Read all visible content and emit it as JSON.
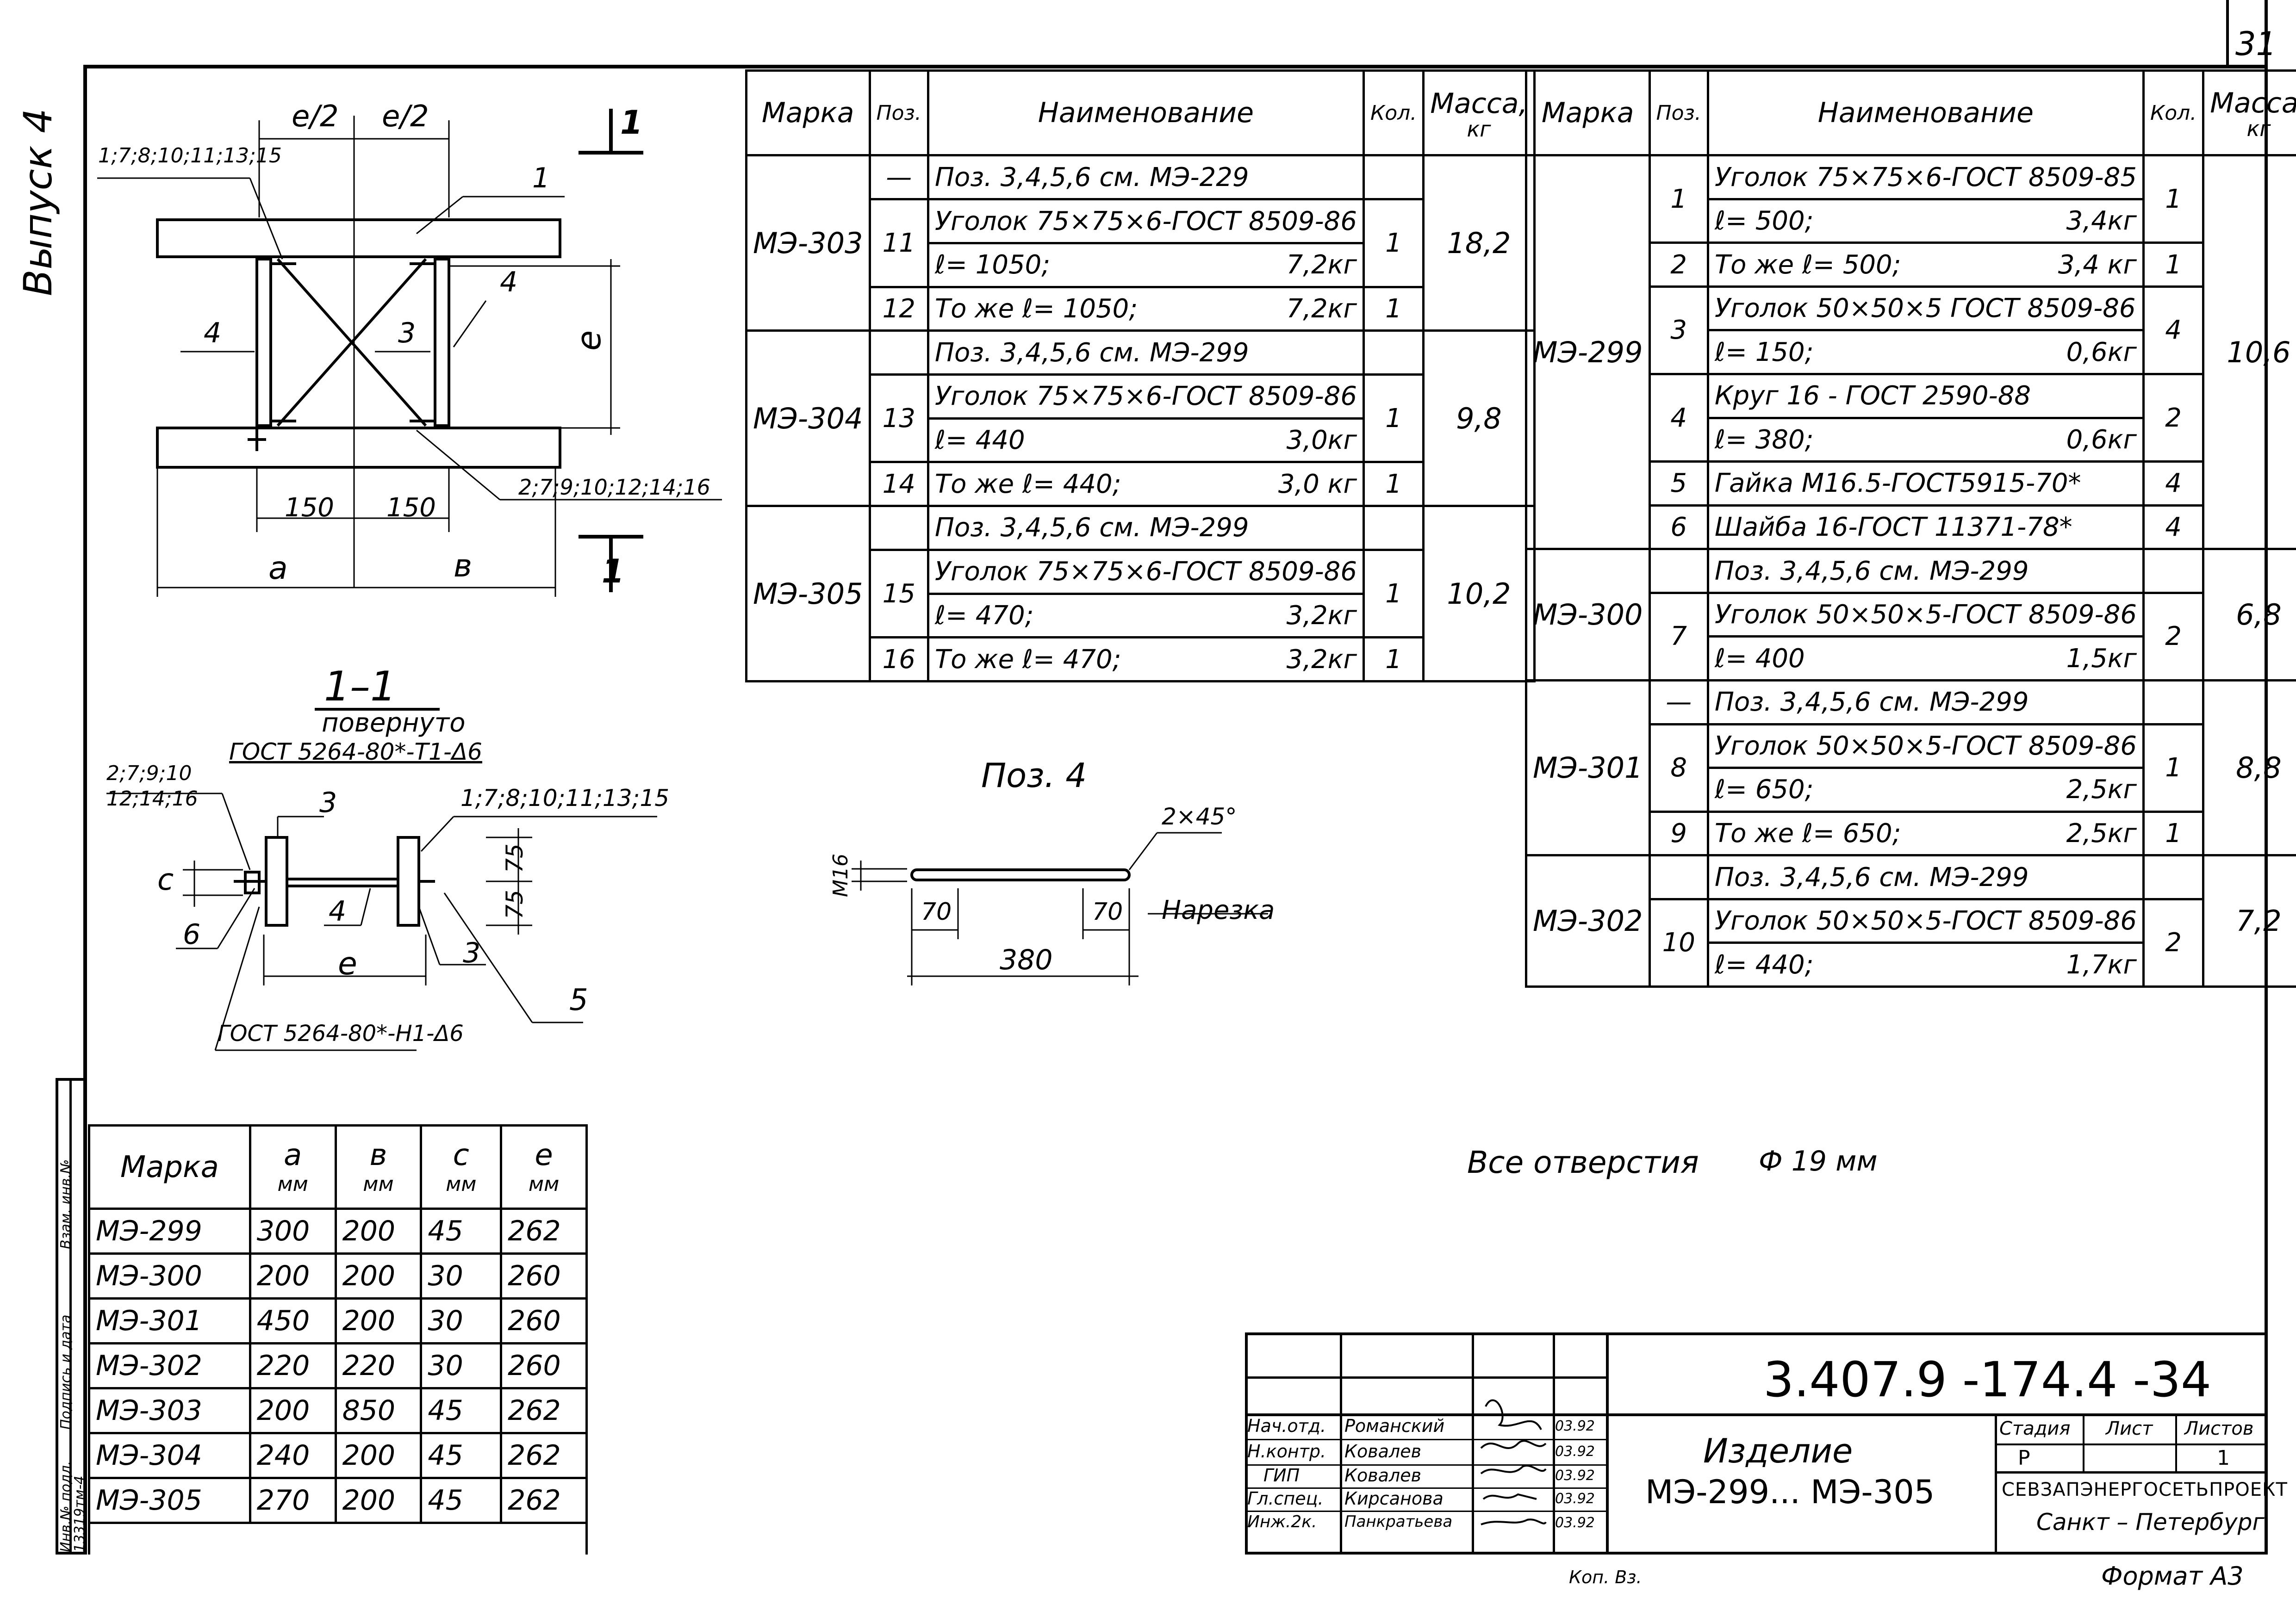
{
  "page_number": "31",
  "side_label": "Выпуск 4",
  "side_block": {
    "inv_orig": "Инв.№ подл.",
    "sign_date": "Подпись и дата",
    "inv_repl": "Взам. инв.№",
    "number": "13319тм-4"
  },
  "drawing": {
    "labels": {
      "e_half_1": "e/2",
      "e_half_2": "e/2",
      "pos_top": "1;7;8;10;11;13;15",
      "pos1": "1",
      "pos3": "3",
      "pos4_left": "4",
      "pos4_right": "4",
      "e": "e",
      "d150_1": "150",
      "d150_2": "150",
      "pos_bottom": "2;7;9;10;12;14;16",
      "a": "a",
      "b": "в",
      "cut_top": "1",
      "cut_bottom": "1"
    }
  },
  "section": {
    "title": "1–1",
    "subtitle": "повернуто",
    "gost_top": "ГОСТ 5264-80*-Т1-Δ6",
    "left_pos": "2;7;9;10",
    "left_pos2": "12;14;16",
    "pos3_top": "3",
    "right_pos": "1;7;8;10;11;13;15",
    "c": "с",
    "d75_1": "75",
    "d75_2": "75",
    "pos6": "6",
    "pos4": "4",
    "pos3_bottom": "3",
    "e": "е",
    "pos5": "5",
    "gost_bottom": "ГОСТ 5264-80*-Н1-Δ6"
  },
  "pos4": {
    "title": "Поз. 4",
    "m16": "М16",
    "chamfer": "2×45°",
    "d70_1": "70",
    "d70_2": "70",
    "thread": "Нарезка",
    "length": "380"
  },
  "spec_header": {
    "mark": "Марка",
    "pos": "Поз.",
    "name": "Наименование",
    "qty": "Кол.",
    "mass": "Масса,",
    "mass_unit": "кг"
  },
  "spec_left": [
    {
      "mark": "МЭ-303",
      "mass": "18,2",
      "rows": [
        {
          "pos": "—",
          "name": "Поз. 3,4,5,6 см. МЭ-229",
          "wt": "",
          "qty": ""
        },
        {
          "pos": "11",
          "name": "Уголок 75×75×6-ГОСТ 8509-86",
          "wt": "",
          "qty": "1",
          "sub": "ℓ= 1050;",
          "subwt": "7,2кг"
        },
        {
          "pos": "12",
          "name": "То же ℓ= 1050;",
          "wt": "7,2кг",
          "qty": "1"
        }
      ]
    },
    {
      "mark": "МЭ-304",
      "mass": "9,8",
      "rows": [
        {
          "pos": "",
          "name": "Поз. 3,4,5,6 см. МЭ-299",
          "wt": "",
          "qty": ""
        },
        {
          "pos": "13",
          "name": "Уголок 75×75×6-ГОСТ 8509-86",
          "wt": "",
          "qty": "1",
          "sub": "ℓ= 440",
          "subwt": "3,0кг"
        },
        {
          "pos": "14",
          "name": "То же ℓ= 440;",
          "wt": "3,0 кг",
          "qty": "1"
        }
      ]
    },
    {
      "mark": "МЭ-305",
      "mass": "10,2",
      "rows": [
        {
          "pos": "",
          "name": "Поз. 3,4,5,6 см. МЭ-299",
          "wt": "",
          "qty": ""
        },
        {
          "pos": "15",
          "name": "Уголок 75×75×6-ГОСТ 8509-86",
          "wt": "",
          "qty": "1",
          "sub": "ℓ= 470;",
          "subwt": "3,2кг"
        },
        {
          "pos": "16",
          "name": "То же ℓ= 470;",
          "wt": "3,2кг",
          "qty": "1"
        }
      ]
    }
  ],
  "spec_right": [
    {
      "mark": "МЭ-299",
      "mass": "10,6",
      "rows": [
        {
          "pos": "1",
          "name": "Уголок 75×75×6-ГОСТ 8509-85",
          "sub": "ℓ= 500;",
          "subwt": "3,4кг",
          "qty": "1"
        },
        {
          "pos": "2",
          "name": "То же ℓ= 500;",
          "wt": "3,4 кг",
          "qty": "1"
        },
        {
          "pos": "3",
          "name": "Уголок 50×50×5 ГОСТ 8509-86",
          "sub": "ℓ= 150;",
          "subwt": "0,6кг",
          "qty": "4"
        },
        {
          "pos": "4",
          "name": "Круг 16 - ГОСТ 2590-88",
          "sub": "ℓ= 380;",
          "subwt": "0,6кг",
          "qty": "2"
        },
        {
          "pos": "5",
          "name": "Гайка М16.5-ГОСТ5915-70*",
          "qty": "4"
        },
        {
          "pos": "6",
          "name": "Шайба 16-ГОСТ 11371-78*",
          "qty": "4"
        }
      ]
    },
    {
      "mark": "МЭ-300",
      "mass": "6,8",
      "rows": [
        {
          "pos": "",
          "name": "Поз. 3,4,5,6 см. МЭ-299",
          "qty": ""
        },
        {
          "pos": "7",
          "name": "Уголок 50×50×5-ГОСТ 8509-86",
          "sub": "ℓ= 400",
          "subwt": "1,5кг",
          "qty": "2"
        }
      ]
    },
    {
      "mark": "МЭ-301",
      "mass": "8,8",
      "rows": [
        {
          "pos": "—",
          "name": "Поз. 3,4,5,6 см. МЭ-299",
          "qty": ""
        },
        {
          "pos": "8",
          "name": "Уголок 50×50×5-ГОСТ 8509-86",
          "sub": "ℓ= 650;",
          "subwt": "2,5кг",
          "qty": "1"
        },
        {
          "pos": "9",
          "name": "То же ℓ= 650;",
          "wt": "2,5кг",
          "qty": "1"
        }
      ]
    },
    {
      "mark": "МЭ-302",
      "mass": "7,2",
      "rows": [
        {
          "pos": "",
          "name": "Поз. 3,4,5,6 см. МЭ-299",
          "qty": ""
        },
        {
          "pos": "10",
          "name": "Уголок 50×50×5-ГОСТ 8509-86",
          "sub": "ℓ= 440;",
          "subwt": "1,7кг",
          "qty": "2"
        }
      ]
    }
  ],
  "dim_table": {
    "header": {
      "mark": "Марка",
      "a": "а",
      "b": "в",
      "c": "с",
      "e": "е",
      "unit": "мм"
    },
    "rows": [
      [
        "МЭ-299",
        "300",
        "200",
        "45",
        "262"
      ],
      [
        "МЭ-300",
        "200",
        "200",
        "30",
        "260"
      ],
      [
        "МЭ-301",
        "450",
        "200",
        "30",
        "260"
      ],
      [
        "МЭ-302",
        "220",
        "220",
        "30",
        "260"
      ],
      [
        "МЭ-303",
        "200",
        "850",
        "45",
        "262"
      ],
      [
        "МЭ-304",
        "240",
        "200",
        "45",
        "262"
      ],
      [
        "МЭ-305",
        "270",
        "200",
        "45",
        "262"
      ]
    ]
  },
  "note": {
    "text": "Все отверстия",
    "dia": "Ф 19 мм"
  },
  "title_block": {
    "code": "3.407.9 -174.4 -34",
    "people": [
      {
        "role": "Нач.отд.",
        "name": "Романский",
        "date": "03.92"
      },
      {
        "role": "Н.контр.",
        "name": "Ковалев",
        "date": "03.92"
      },
      {
        "role": "ГИП",
        "name": "Ковалев",
        "date": "03.92"
      },
      {
        "role": "Гл.спец.",
        "name": "Кирсанова",
        "date": "03.92"
      },
      {
        "role": "Инж.2к.",
        "name": "Панкратьева",
        "date": "03.92"
      }
    ],
    "product_label": "Изделие",
    "product_name": "МЭ-299... МЭ-305",
    "stage_h": "Стадия",
    "sheet_h": "Лист",
    "sheets_h": "Листов",
    "stage": "Р",
    "sheet": "",
    "sheets": "1",
    "org": "СЕВЗАПЭНЕРГОСЕТЬПРОЕКТ",
    "city": "Санкт – Петербург"
  },
  "bottom": {
    "copied": "Коп. Вз.",
    "format": "Формат А3"
  }
}
